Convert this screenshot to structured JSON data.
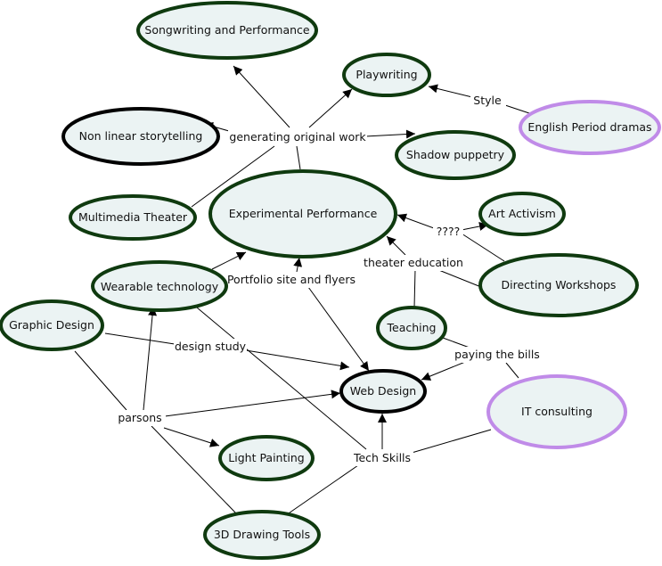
{
  "colors": {
    "node_fill": "#ebf3f3",
    "border_green": "#0f3a0f",
    "border_black": "#000000",
    "border_purple": "#c08be8",
    "edge": "#000000"
  },
  "nodes": {
    "songwriting": "Songwriting and Performance",
    "playwriting": "Playwriting",
    "nonlinear": "Non linear storytelling",
    "english": "English Period dramas",
    "shadow": "Shadow puppetry",
    "multimedia": "Multimedia Theater",
    "experimental": "Experimental Performance",
    "artactivism": "Art Activism",
    "wearable": "Wearable technology",
    "directing": "Directing Workshops",
    "graphic": "Graphic Design",
    "teaching": "Teaching",
    "webdesign": "Web Design",
    "itconsulting": "IT consulting",
    "lightpainting": "Light Painting",
    "drawingtools": "3D Drawing Tools"
  },
  "linking_phrases": {
    "generating": "generating original work",
    "style": "Style",
    "questions": "????",
    "theater_education": "theater education",
    "portfolio": "Portfolio site and flyers",
    "design_study": "design study",
    "paying_bills": "paying the bills",
    "parsons": "parsons",
    "tech_skills": "Tech Skills"
  }
}
